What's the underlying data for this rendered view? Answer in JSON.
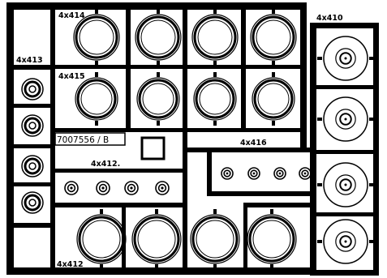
{
  "diagram": {
    "part_number": "7007556 / B",
    "labels": {
      "top_left_group": "4x413",
      "top_row": "4x414",
      "second_row": "4x415",
      "small_middle": "4x412.",
      "small_right": "4x416",
      "right_column": "4x410",
      "bottom_row": "4x412"
    },
    "colors": {
      "ink": "#000000",
      "paper": "#ffffff"
    }
  }
}
